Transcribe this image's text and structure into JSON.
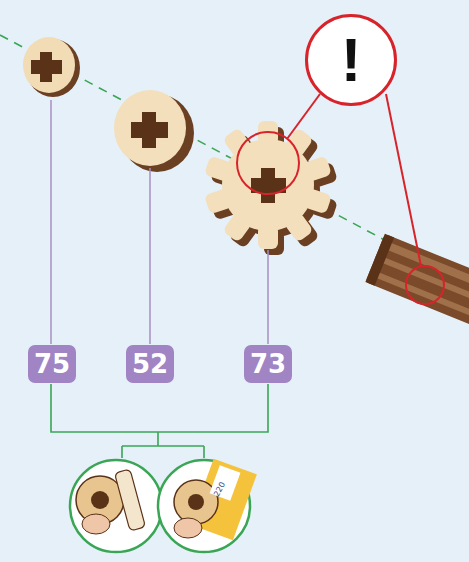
{
  "diagram": {
    "nodes": [
      {
        "text": [
          "!"
        ]
      },
      {
        "text": [
          "75"
        ]
      },
      {
        "text": [
          "52"
        ]
      },
      {
        "text": [
          "73"
        ]
      }
    ],
    "edges": [],
    "labels": [
      "220"
    ]
  }
}
